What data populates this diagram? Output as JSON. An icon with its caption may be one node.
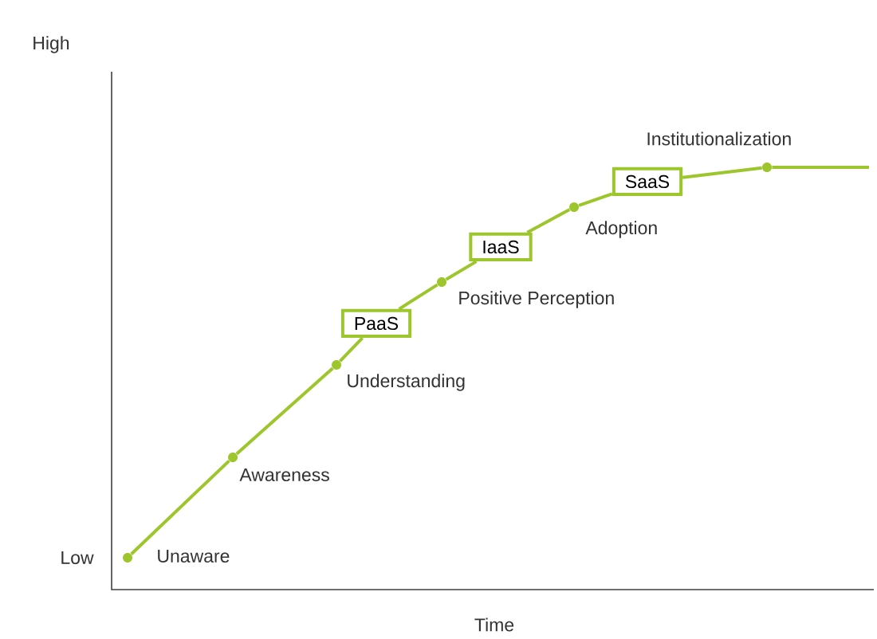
{
  "diagram": {
    "nodes": [
      {
        "text": [],
        "shape": "circle",
        "beside": [
          "Unaware"
        ]
      },
      {
        "text": [],
        "shape": "circle",
        "beside": [
          "Awareness"
        ]
      },
      {
        "text": [],
        "shape": "circle",
        "beside": [
          "Understanding"
        ]
      },
      {
        "text": [
          "PaaS"
        ]
      },
      {
        "text": [],
        "shape": "circle",
        "beside": [
          "Positive Perception"
        ]
      },
      {
        "text": [
          "IaaS"
        ]
      },
      {
        "text": [],
        "shape": "circle",
        "beside": [
          "Adoption"
        ]
      },
      {
        "text": [
          "SaaS"
        ]
      },
      {
        "text": [],
        "shape": "circle",
        "beside": [
          "Institutionalization"
        ]
      }
    ],
    "edges": [
      {
        "from": 0,
        "to": 1,
        "arrow": "none"
      },
      {
        "from": 1,
        "to": 2,
        "arrow": "none"
      },
      {
        "from": 2,
        "to": 3,
        "arrow": "none"
      },
      {
        "from": 3,
        "to": 4,
        "arrow": "none"
      },
      {
        "from": 4,
        "to": 5,
        "arrow": "none"
      },
      {
        "from": 5,
        "to": 6,
        "arrow": "none"
      },
      {
        "from": 6,
        "to": 7,
        "arrow": "none"
      },
      {
        "from": 7,
        "to": 8,
        "arrow": "none"
      },
      {
        "from": 8,
        "to": null,
        "arrow": "none"
      }
    ],
    "labels": [
      "High",
      "Low",
      "Time"
    ]
  }
}
